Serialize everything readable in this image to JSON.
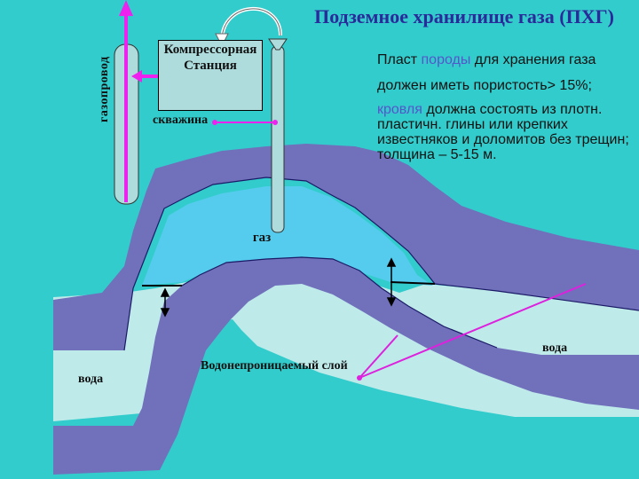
{
  "title": "Подземное хранилище газа (ПХГ)",
  "labels": {
    "pipeline": "газопровод",
    "station_line1": "Компрессорная",
    "station_line2": "Станция",
    "well": "скважина",
    "gas": "газ",
    "water_left": "вода",
    "water_right": "вода",
    "impermeable_layer": "Водонепроницаемый слой"
  },
  "notes": {
    "line1_a": "Пласт ",
    "line1_b": "породы",
    "line1_c": " для хранения газа",
    "line2": "должен иметь пористость> 15%;",
    "line3_a": "кровля",
    "line3_b": " должна состоять из плотн. пластичн. глины или крепких известняков и доломитов без трещин; толщина – 5-15 м."
  },
  "colors": {
    "background": "#33CCCC",
    "rock_layer": "#7070BB",
    "gas_zone": "#55CCEE",
    "water_zone": "#BFEAEA",
    "pointer": "#DD22DD",
    "title": "#2A2A9A"
  }
}
